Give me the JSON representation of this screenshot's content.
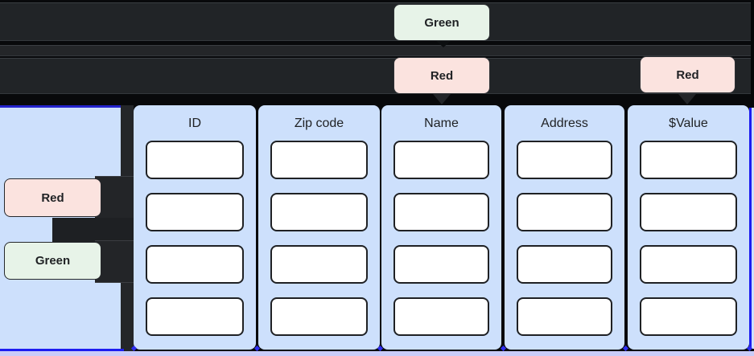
{
  "colors": {
    "canvas_bg": "#08090b",
    "row_band": "#212427",
    "band_edge_line": "#3a3e42",
    "panel_blue": "#cde0fc",
    "selection_blue": "#1d1df0",
    "chip_green_bg": "#e7f3e8",
    "chip_red_bg": "#fbe3df",
    "chip_text": "#1f2124",
    "cell_bg": "#ffffff",
    "cell_border": "#1f2124",
    "dark_strip": "#242629",
    "lavender_strip": "#caccf8"
  },
  "chips": {
    "top_green": "Green",
    "top_red_1": "Red",
    "top_red_2": "Red",
    "left_red": "Red",
    "left_green": "Green"
  },
  "table": {
    "columns": [
      {
        "header": "ID"
      },
      {
        "header": "Zip code"
      },
      {
        "header": "Name"
      },
      {
        "header": "Address"
      },
      {
        "header": "$Value"
      }
    ],
    "rows_per_column": 4
  }
}
